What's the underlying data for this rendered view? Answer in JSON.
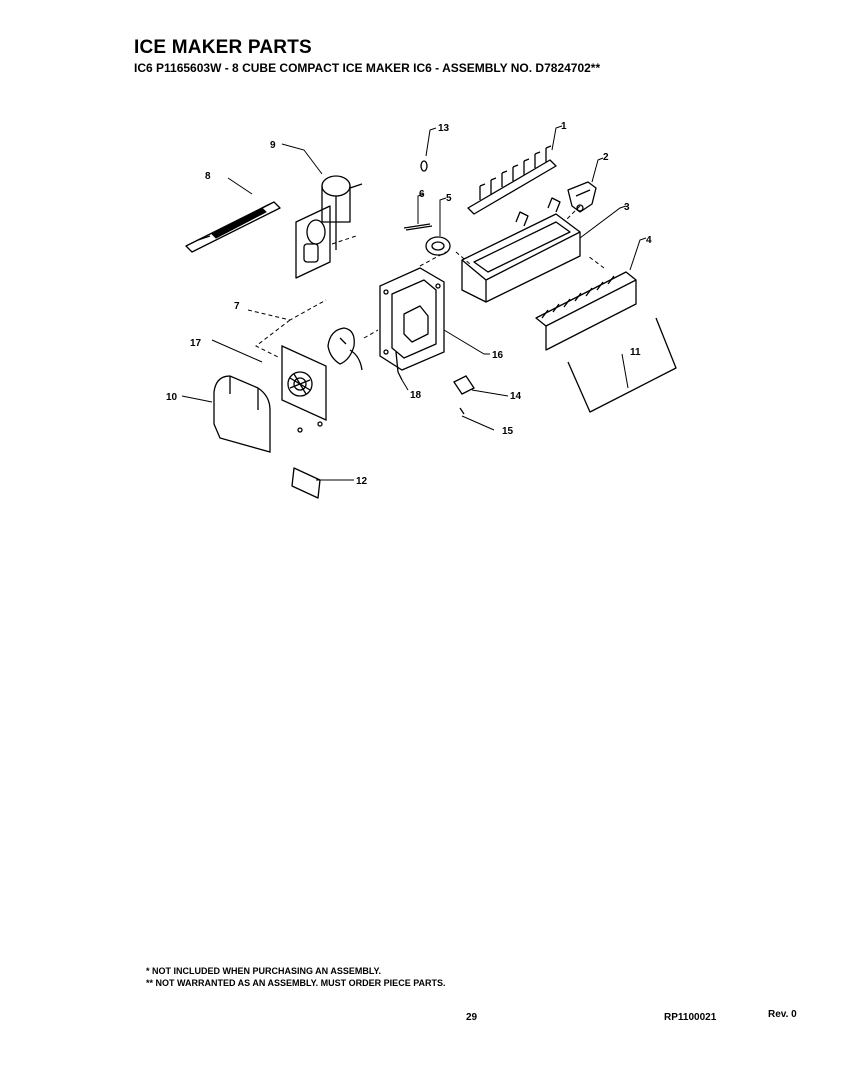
{
  "header": {
    "title": "ICE MAKER PARTS",
    "subtitle": "IC6 P1165603W - 8 CUBE COMPACT ICE MAKER IC6 - ASSEMBLY NO. D7824702**"
  },
  "callouts": [
    "1",
    "2",
    "3",
    "4",
    "5",
    "6",
    "7",
    "8",
    "9",
    "10",
    "11",
    "12",
    "13",
    "14",
    "15",
    "16",
    "17",
    "18"
  ],
  "notes": {
    "not_included": "* NOT INCLUDED WHEN PURCHASING AN ASSEMBLY.",
    "not_warranted": "** NOT WARRANTED AS AN ASSEMBLY.  MUST ORDER PIECE PARTS."
  },
  "footer": {
    "page_number": "29",
    "doc_code": "RP1100021",
    "revision": "Rev. 0"
  }
}
